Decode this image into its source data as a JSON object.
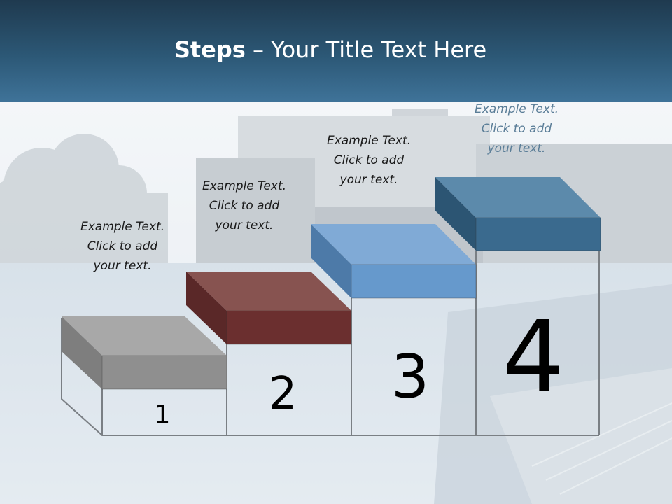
{
  "title": {
    "bold": "Steps",
    "rest": " – Your Title Text Here"
  },
  "steps": [
    {
      "number": "1",
      "text": [
        "Example Text.",
        "Click  to add",
        "your text."
      ],
      "color": "#8c8c8c"
    },
    {
      "number": "2",
      "text": [
        "Example Text.",
        "Click  to add",
        "your text."
      ],
      "color": "#6b2f2f"
    },
    {
      "number": "3",
      "text": [
        "Example Text.",
        "Click  to add",
        "your text."
      ],
      "color": "#6699cc"
    },
    {
      "number": "4",
      "text": [
        "Example Text.",
        "Click  to add",
        "your text."
      ],
      "color": "#3a6a8e"
    }
  ],
  "colors": {
    "header": "#2c5876",
    "background": "#dfe6ec",
    "outline": "#7a7f84"
  }
}
